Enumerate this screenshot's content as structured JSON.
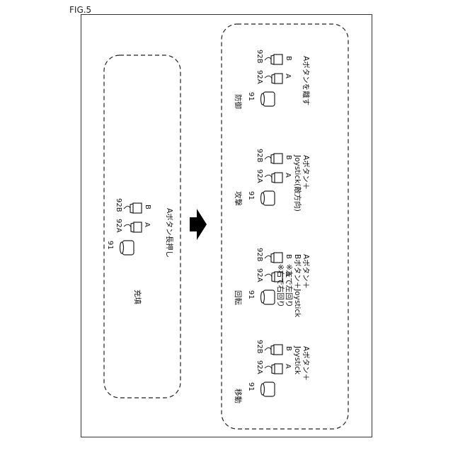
{
  "figure": {
    "label": "FIG.5"
  },
  "callouts": {
    "stick": "91",
    "button_a": "92A",
    "button_b": "92B"
  },
  "buttons": {
    "a": "A",
    "b": "B"
  },
  "charge": {
    "title": "充填",
    "action": "Aボタン長押し"
  },
  "modes": [
    {
      "title": "移動",
      "lines": [
        "Aボタン＋",
        "Joystick"
      ]
    },
    {
      "title": "回転",
      "lines": [
        "Aボタン＋",
        "Bボタン＋Joystick",
        "※左で左回り",
        "※右で右回り"
      ]
    },
    {
      "title": "攻撃",
      "lines": [
        "Aボタン＋",
        "Joystick(敵方向)"
      ]
    },
    {
      "title": "防御",
      "lines": [
        "Aボタンを離す"
      ]
    }
  ],
  "colors": {
    "line": "#222222",
    "arrow": "#000000",
    "background": "#ffffff"
  }
}
